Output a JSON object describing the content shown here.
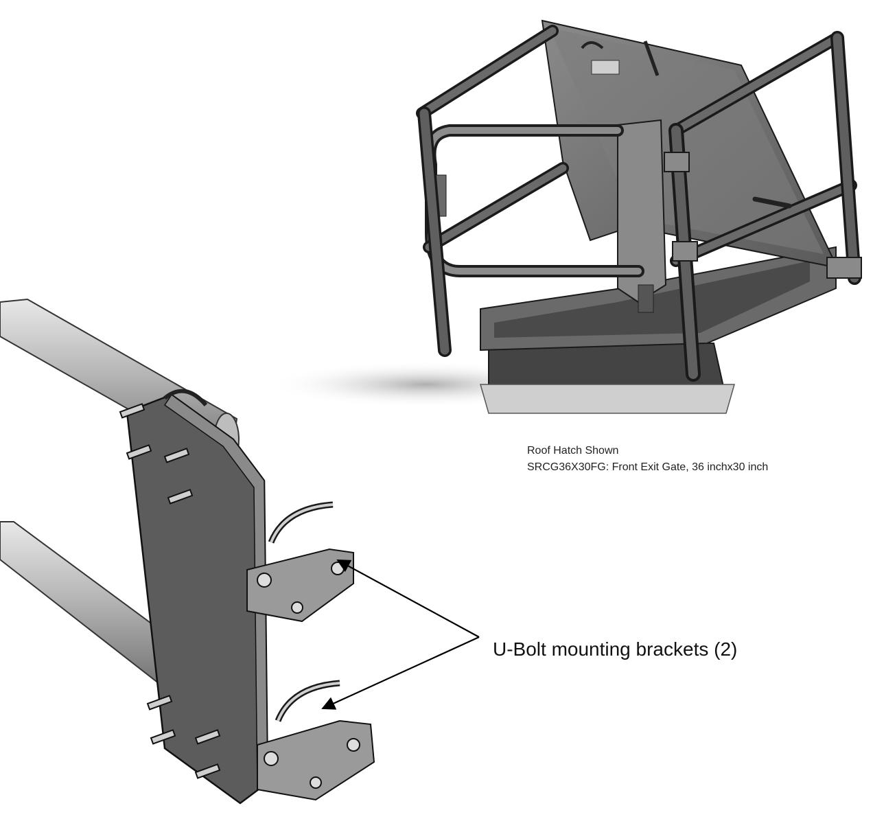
{
  "figure": {
    "caption": {
      "line1": "Roof Hatch Shown",
      "line2": "SRCG36X30FG: Front Exit Gate, 36 inchx30 inch"
    },
    "callout": {
      "label": "U-Bolt mounting brackets (2)"
    }
  },
  "colors": {
    "steel_dark": "#4a4a4a",
    "steel_mid": "#7a7a7a",
    "steel_light": "#c8c8c8",
    "outline": "#1a1a1a",
    "arrow": "#000000"
  }
}
